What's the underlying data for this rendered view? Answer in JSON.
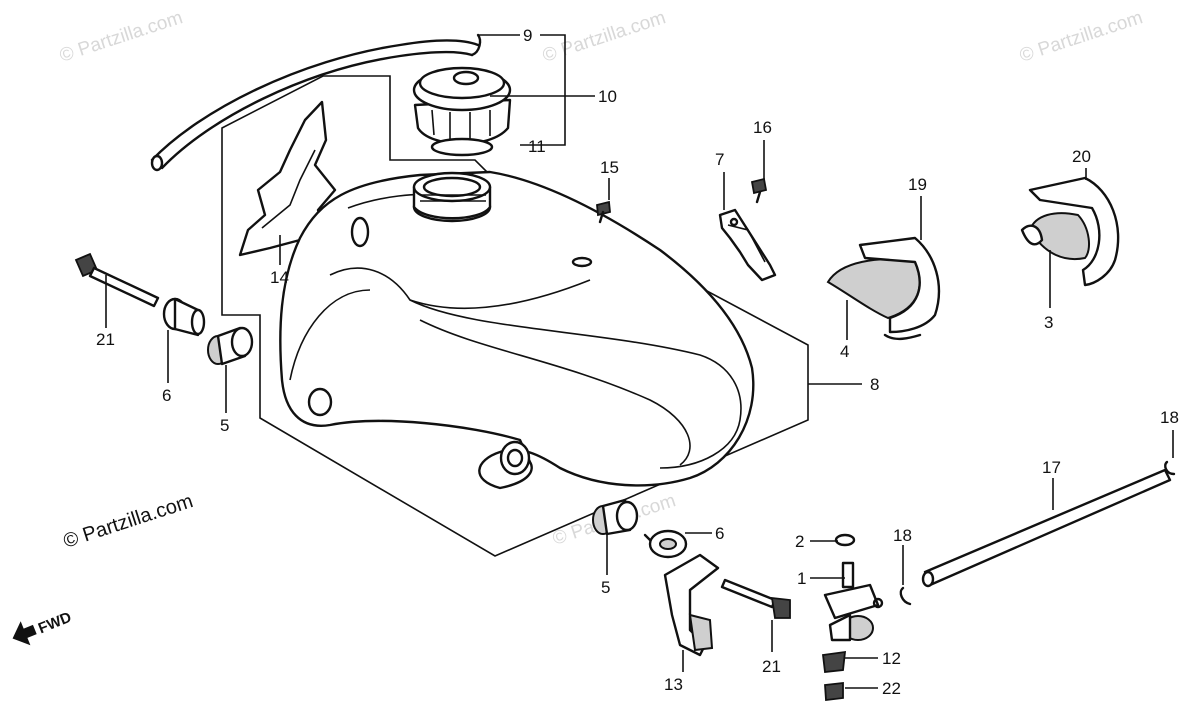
{
  "diagram": {
    "part_numbers": {
      "p1": "1",
      "p2": "2",
      "p3": "3",
      "p4": "4",
      "p5a": "5",
      "p5b": "5",
      "p6a": "6",
      "p6b": "6",
      "p7": "7",
      "p8": "8",
      "p9": "9",
      "p10": "10",
      "p11": "11",
      "p12": "12",
      "p13": "13",
      "p14": "14",
      "p15": "15",
      "p16": "16",
      "p17": "17",
      "p18a": "18",
      "p18b": "18",
      "p19": "19",
      "p20": "20",
      "p21a": "21",
      "p21b": "21",
      "p22": "22"
    },
    "watermark": "© Partzilla.com",
    "faint_watermark": "© Partzilla.com",
    "direction_label": "FWD"
  }
}
